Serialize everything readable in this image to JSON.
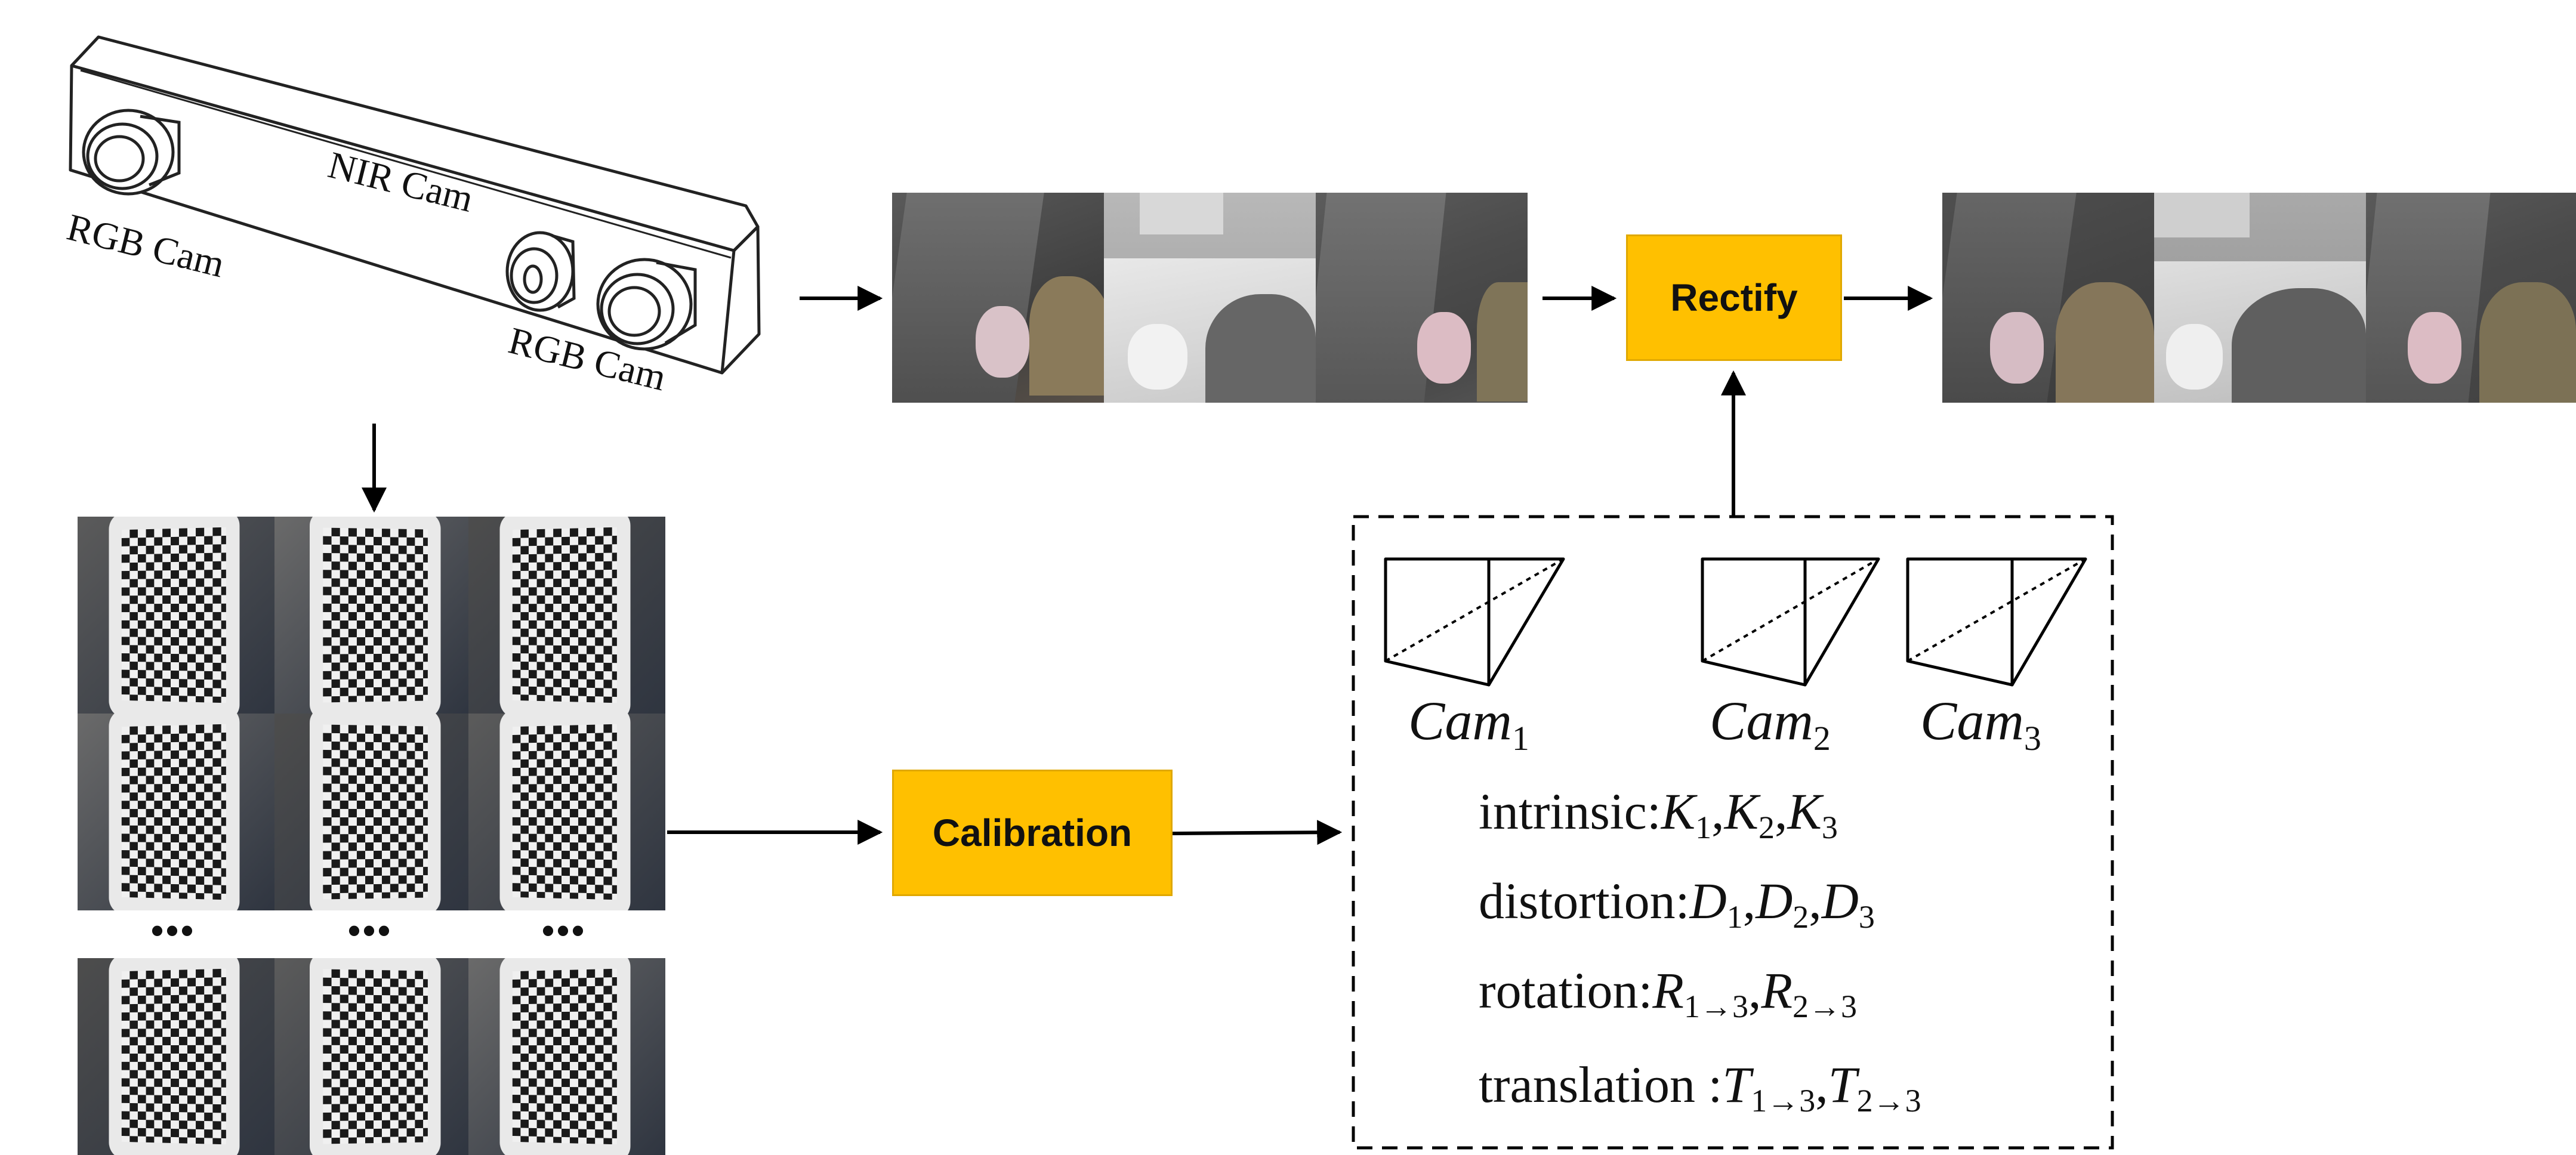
{
  "device": {
    "labels": {
      "rgb_left": "RGB Cam",
      "nir": "NIR Cam",
      "rgb_right": "RGB Cam"
    }
  },
  "boxes": {
    "rectify": "Rectify",
    "calibration": "Calibration"
  },
  "checker_grid": {
    "ellipsis": "•••"
  },
  "params": {
    "cam_base": "Cam",
    "cam_subs": [
      "1",
      "2",
      "3"
    ],
    "intrinsic_label": "intrinsic:",
    "intrinsic_sym": "K",
    "distortion_label": "distortion:",
    "distortion_sym": "D",
    "rotation_label": "rotation:",
    "rotation_sym": "R",
    "translation_label": "translation :",
    "translation_sym": "T",
    "subs_123": [
      "1",
      "2",
      "3"
    ],
    "subs_pair": [
      "1→3",
      "2→3"
    ],
    "sep": ","
  }
}
